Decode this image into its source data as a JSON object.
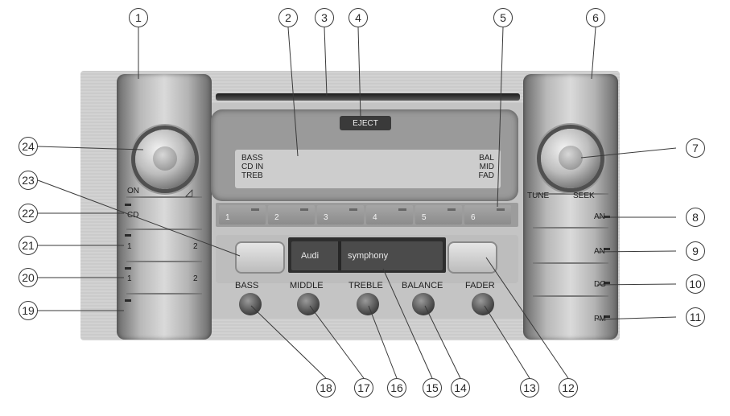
{
  "display": {
    "lcd_left": [
      "BASS",
      "CD IN",
      "TREB"
    ],
    "lcd_right": [
      "BAL",
      "MID",
      "FAD"
    ]
  },
  "buttons": {
    "eject": "EJECT",
    "presets": [
      "1",
      "2",
      "3",
      "4",
      "5",
      "6"
    ]
  },
  "screen": {
    "brand": "Audi",
    "model": "symphony"
  },
  "controls": {
    "left": [
      "ON",
      "CD",
      "1",
      "2",
      "1",
      "2"
    ],
    "right": [
      "TUNE",
      "SEEK",
      "AN",
      "AN",
      "DG",
      "PM"
    ]
  },
  "knobs": [
    "BASS",
    "MIDDLE",
    "TREBLE",
    "BALANCE",
    "FADER"
  ],
  "callouts": [
    "1",
    "2",
    "3",
    "4",
    "5",
    "6",
    "7",
    "8",
    "9",
    "10",
    "11",
    "12",
    "13",
    "14",
    "15",
    "16",
    "17",
    "18",
    "19",
    "20",
    "21",
    "22",
    "23",
    "24"
  ],
  "icons": [
    "tape-mark-icon",
    "knob-icon"
  ]
}
